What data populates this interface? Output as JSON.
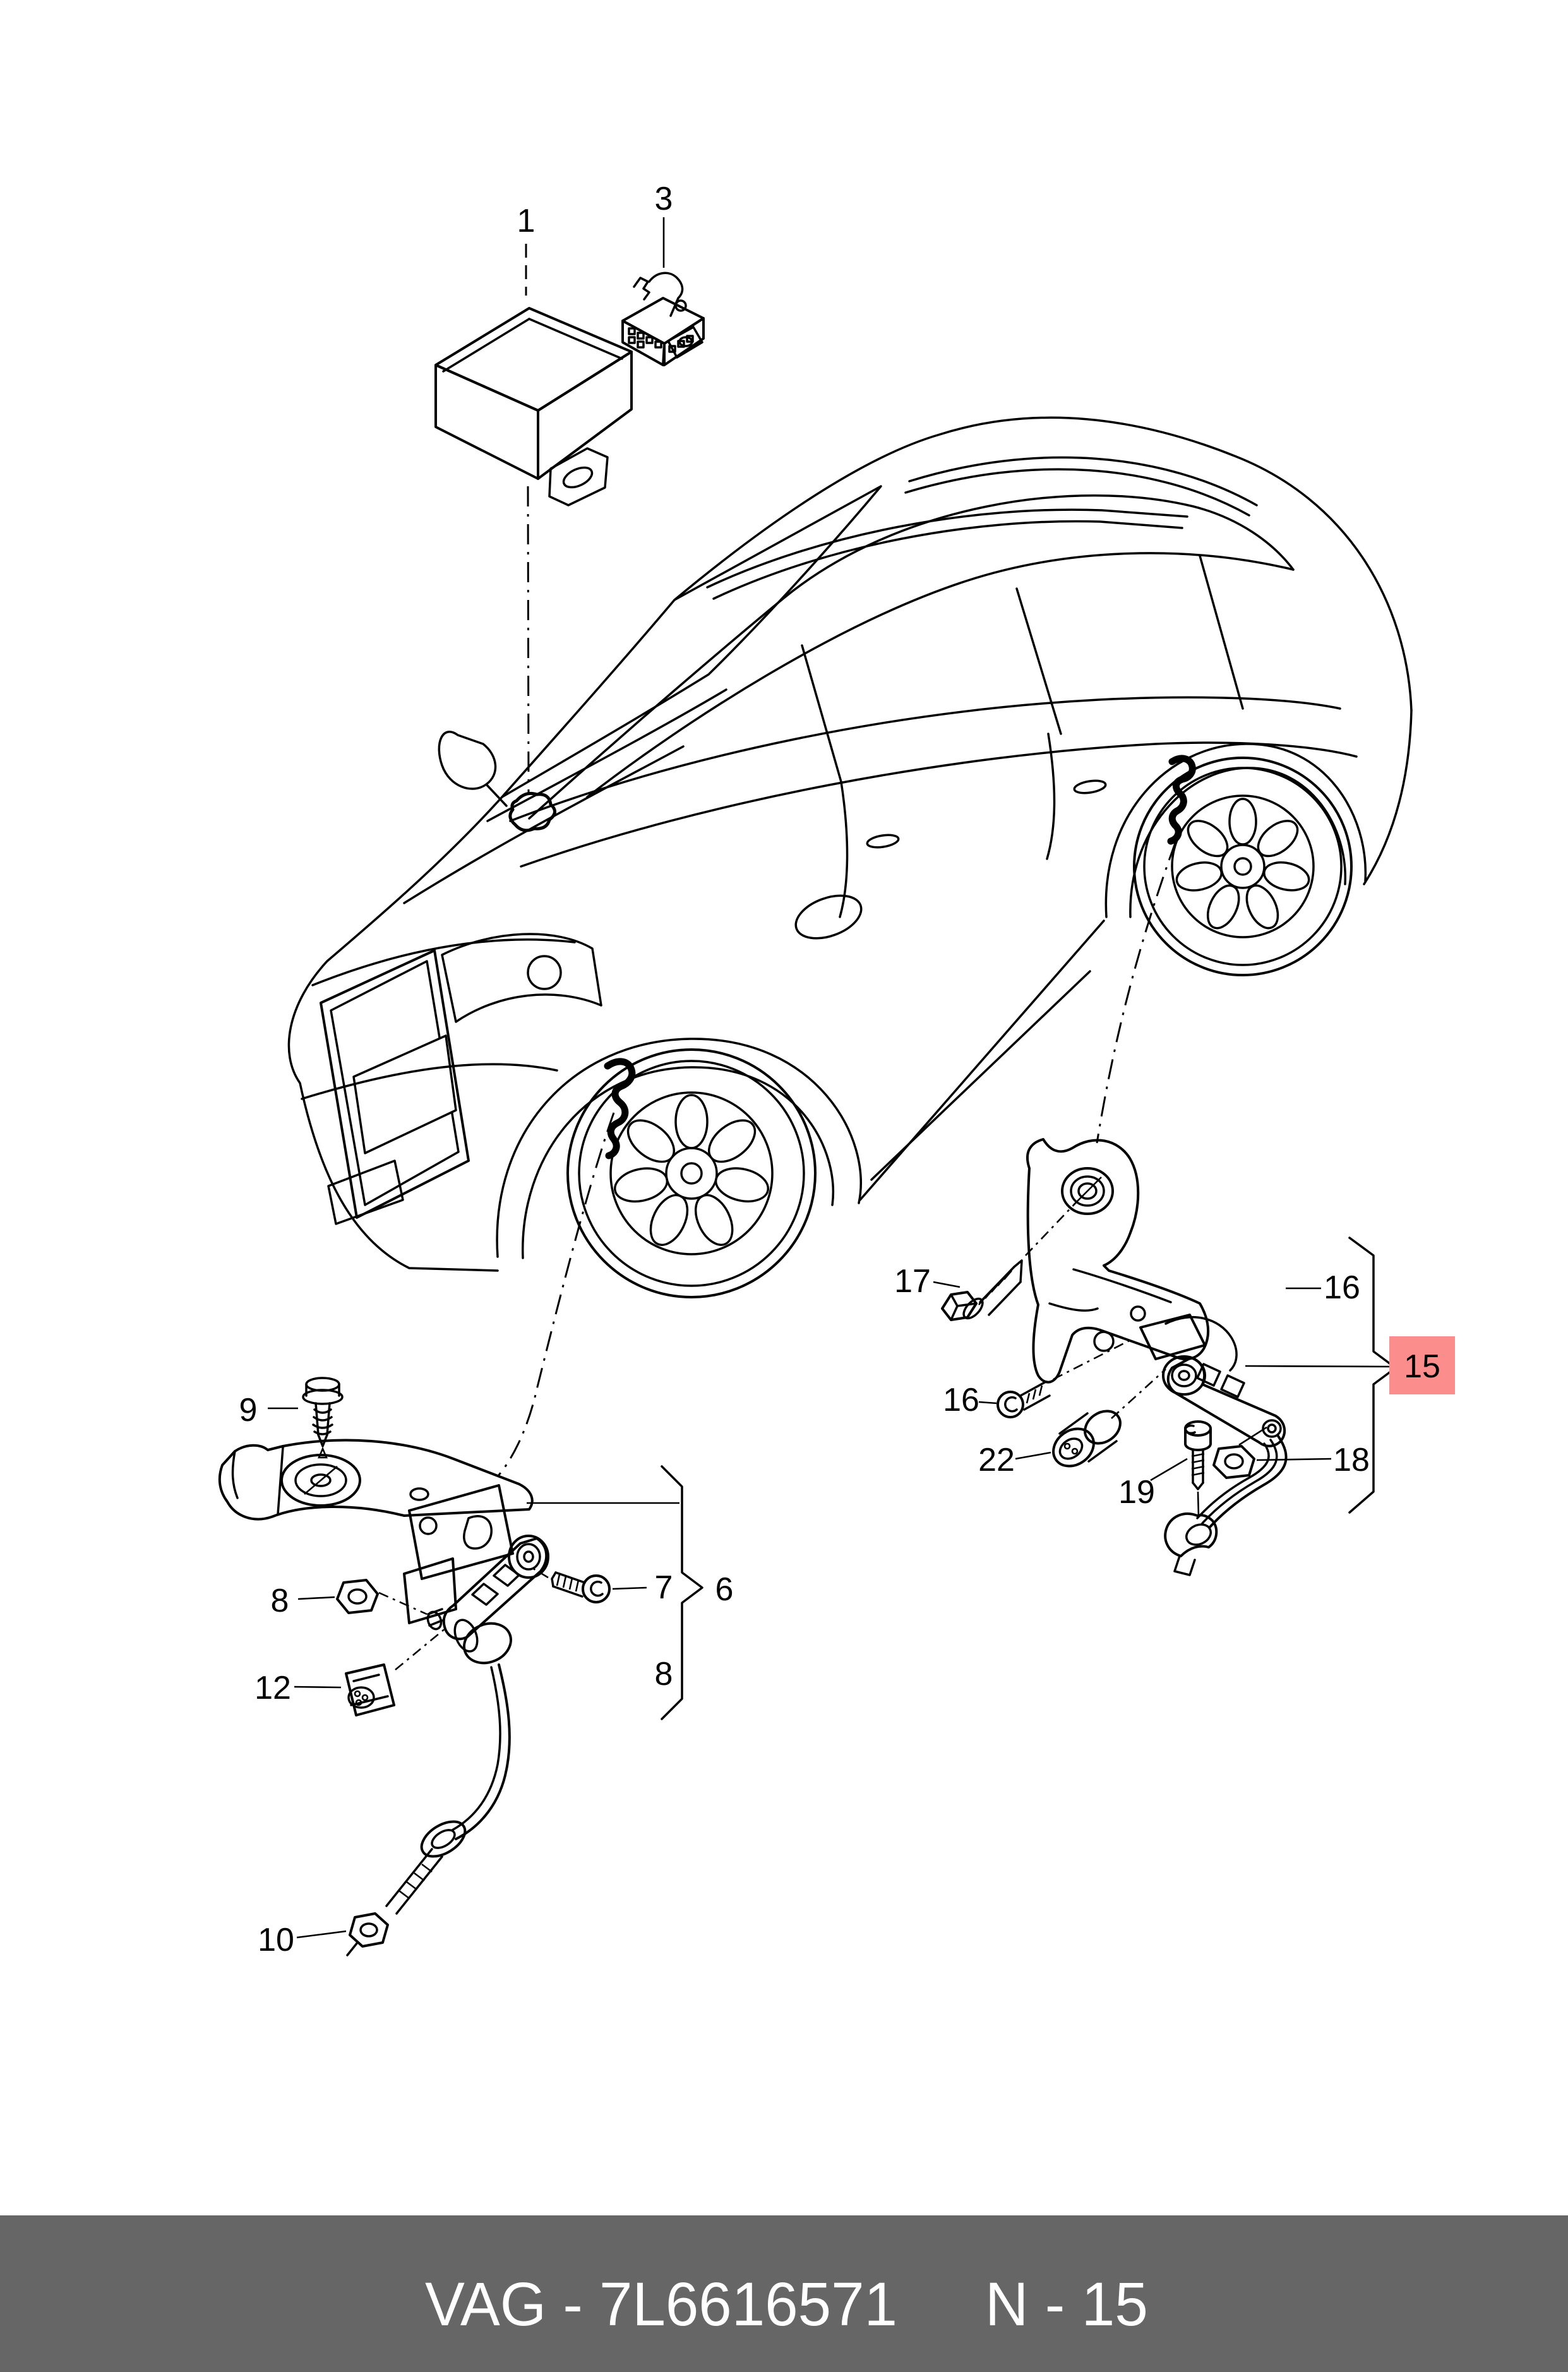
{
  "page": {
    "background": "#ffffff",
    "line_color": "#000000"
  },
  "footer": {
    "left_code": "VAG - 7L6616571",
    "right_code": "N - 15",
    "bar_color": "#666666",
    "text_color": "#ffffff"
  },
  "highlight": {
    "box_color": "#fc8d8d",
    "text_color": "#7d1416"
  },
  "callouts": {
    "control_module": "1",
    "connector_top": "3",
    "screw_left": "9",
    "nut_left": "8",
    "plug_left": "12",
    "rod_nut_left": "10",
    "bolt_left": "7",
    "group_left": "6",
    "group_left_nut": "8",
    "bolt_right": "17",
    "bracket_right": "16",
    "sensor_right_group": "15",
    "bolt_right_small": "16",
    "plug_right": "22",
    "cap_bolt_right": "19",
    "nut_right": "18"
  }
}
